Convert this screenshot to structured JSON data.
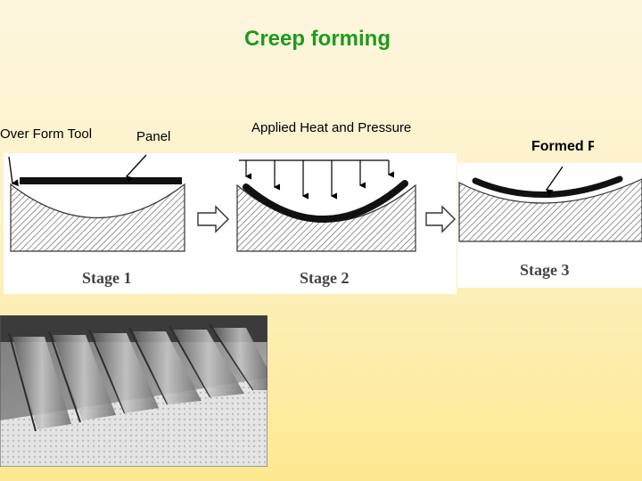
{
  "title": "Creep forming",
  "labels": {
    "over_form_tool": "Over Form Tool",
    "panel": "Panel",
    "applied_heat": "Applied Heat and Pressure",
    "formed_panel": "Formed Panel"
  },
  "stages": {
    "stage1": "Stage 1",
    "stage2": "Stage 2",
    "stage3": "Stage 3"
  },
  "colors": {
    "title": "#1f9a1f",
    "background_top": "#fdf6df",
    "background_bottom": "#fde98f"
  }
}
